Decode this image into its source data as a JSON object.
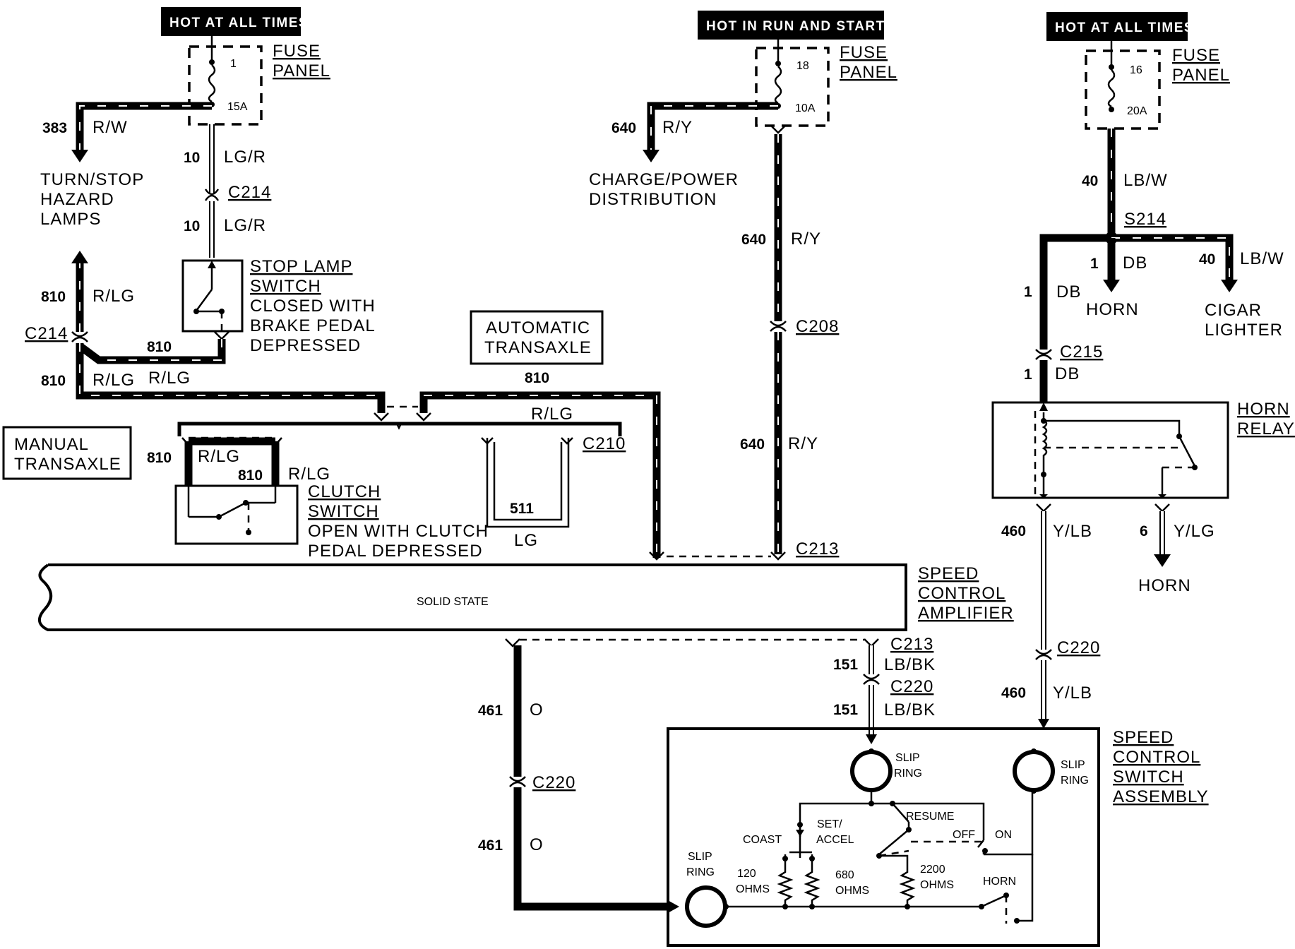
{
  "headers": {
    "left": "HOT AT ALL TIMES",
    "middle": "HOT IN  RUN  AND  START",
    "right": "HOT AT ALL TIMES"
  },
  "fuses": {
    "left": {
      "title1": "FUSE",
      "title2": "PANEL",
      "number": "1",
      "rating": "15A"
    },
    "middle": {
      "title1": "FUSE",
      "title2": "PANEL",
      "number": "18",
      "rating": "10A"
    },
    "right": {
      "title1": "FUSE",
      "title2": "PANEL",
      "number": "16",
      "rating": "20A"
    }
  },
  "left_branch": {
    "circuit_383": "383",
    "color_383": "R/W",
    "dest1": "TURN/STOP",
    "dest2": "HAZARD",
    "dest3": "LAMPS",
    "circuit_10a": "10",
    "color_10a": "LG/R",
    "conn_c214a": "C214",
    "circuit_10b": "10",
    "color_10b": "LG/R",
    "stop_lamp_1": "STOP LAMP",
    "stop_lamp_2": "SWITCH",
    "stop_lamp_3": "CLOSED WITH",
    "stop_lamp_4": "BRAKE PEDAL",
    "stop_lamp_5": "DEPRESSED",
    "circuit_810a": "810",
    "color_810a": "R/LG",
    "conn_c214b": "C214",
    "circuit_810b": "810",
    "circuit_810c": "810",
    "color_810c": "R/LG",
    "color_810d": "R/LG"
  },
  "middle_branch": {
    "circuit_640a": "640",
    "color_640a": "R/Y",
    "dest1": "CHARGE/POWER",
    "dest2": "DISTRIBUTION",
    "circuit_640b": "640",
    "color_640b": "R/Y",
    "conn_c208": "C208",
    "circuit_640c": "640",
    "color_640c": "R/Y",
    "conn_c213a": "C213"
  },
  "transaxle": {
    "auto1": "AUTOMATIC",
    "auto2": "TRANSAXLE",
    "circuit_810_auto": "810",
    "color_rlg": "R/LG",
    "manual1": "MANUAL",
    "manual2": "TRANSAXLE",
    "circuit_810_m1": "810",
    "color_m1": "R/LG",
    "circuit_810_m2": "810",
    "color_m2": "R/LG",
    "clutch1": "CLUTCH",
    "clutch2": "SWITCH",
    "clutch3": "OPEN WITH CLUTCH",
    "clutch4": "PEDAL DEPRESSED",
    "conn_c210": "C210",
    "circuit_511": "511",
    "color_lg": "LG"
  },
  "amplifier": {
    "inner": "SOLID STATE",
    "title1": "SPEED",
    "title2": "CONTROL",
    "title3": "AMPLIFIER"
  },
  "right_branch": {
    "circuit_40a": "40",
    "color_40a": "LB/W",
    "splice": "S214",
    "circuit_1a": "1",
    "color_1a": "DB",
    "horn_a": "HORN",
    "circuit_40b": "40",
    "color_40b": "LB/W",
    "cigar1": "CIGAR",
    "cigar2": "LIGHTER",
    "circuit_1b": "1",
    "color_1b": "DB",
    "conn_c215": "C215",
    "circuit_1c": "1",
    "color_1c": "DB",
    "relay1": "HORN",
    "relay2": "RELAY",
    "circuit_460a": "460",
    "color_460a": "Y/LB",
    "circuit_6": "6",
    "color_6": "Y/LG",
    "horn_b": "HORN",
    "conn_c220": "C220",
    "circuit_460b": "460",
    "color_460b": "Y/LB"
  },
  "lower": {
    "conn_c213b": "C213",
    "circuit_151a": "151",
    "color_151a": "LB/BK",
    "conn_c220a": "C220",
    "circuit_151b": "151",
    "color_151b": "LB/BK",
    "circuit_461a": "461",
    "color_461a": "O",
    "conn_c220b": "C220",
    "circuit_461b": "461",
    "color_461b": "O"
  },
  "switch_assembly": {
    "title1": "SPEED",
    "title2": "CONTROL",
    "title3": "SWITCH",
    "title4": "ASSEMBLY",
    "slip1a": "SLIP",
    "slip1b": "RING",
    "slip2a": "SLIP",
    "slip2b": "RING",
    "slip3a": "SLIP",
    "slip3b": "RING",
    "coast": "COAST",
    "set1": "SET/",
    "set2": "ACCEL",
    "resume": "RESUME",
    "off": "OFF",
    "on": "ON",
    "r120a": "120",
    "r120b": "OHMS",
    "r680a": "680",
    "r680b": "OHMS",
    "r2200a": "2200",
    "r2200b": "OHMS",
    "horn": "HORN"
  }
}
